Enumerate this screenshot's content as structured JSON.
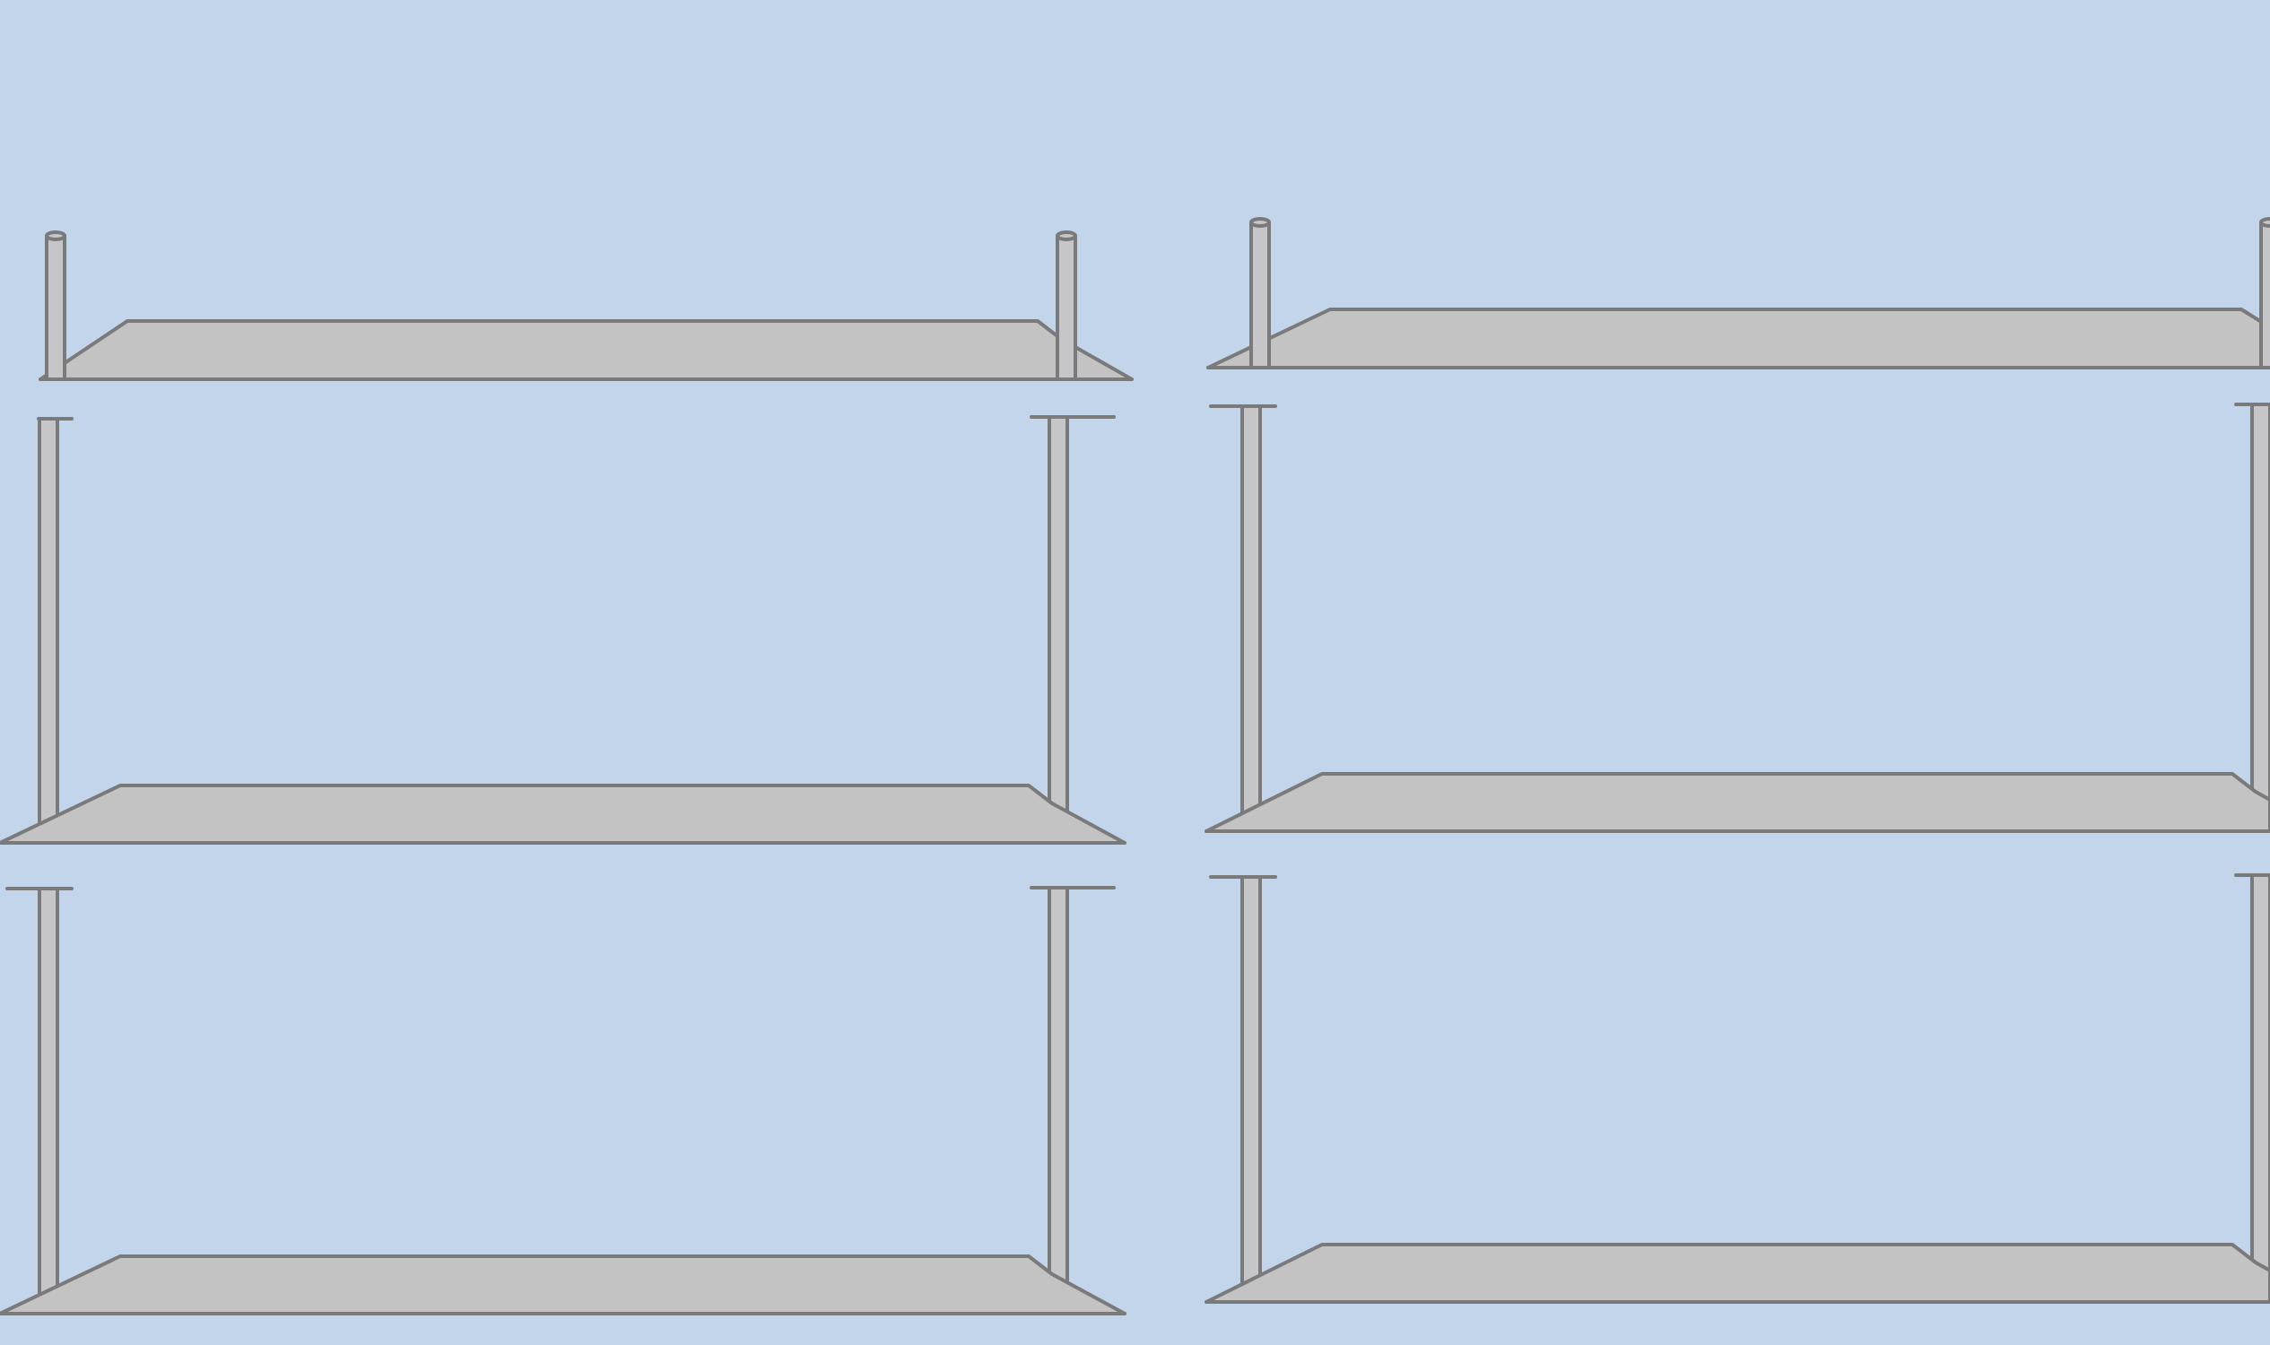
{
  "scene": {
    "background_color": "#c3d5eb",
    "shelf_color": "#c3c3c3",
    "post_color": "#c6c6c9",
    "outline_color": "#7a7a7a",
    "units": [
      {
        "label": "left-shelf-unit",
        "tiers": 3,
        "top_posts_capped": true
      },
      {
        "label": "right-shelf-unit",
        "tiers": 3,
        "top_posts_capped": true,
        "cropped_at_right_edge": true
      }
    ]
  }
}
